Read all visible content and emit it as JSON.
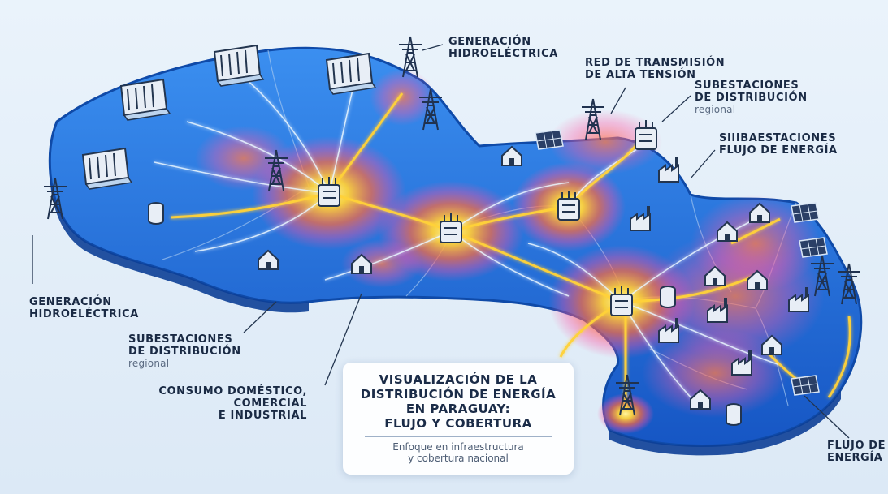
{
  "labels": {
    "gen_top": [
      "GENERACIÓN",
      "HIDROELÉCTRICA"
    ],
    "red_transmision": [
      "RED DE TRANSMISIÓN",
      "DE ALTA TENSIÓN"
    ],
    "subestaciones_top": [
      "SUBESTACIONES",
      "DE DISTRIBUCIÓN"
    ],
    "subestaciones_top_sub": "regional",
    "flujo_top": [
      "SIIIBAESTACIONES",
      "FLUJO DE ENERGÍA"
    ],
    "gen_left": [
      "GENERACIÓN",
      "HIDROELÉCTRICA"
    ],
    "subestaciones_bottom": [
      "SUBESTACIONES",
      "DE DISTRIBUCIÓN"
    ],
    "subestaciones_bottom_sub": "regional",
    "consumo": [
      "CONSUMO DOMÉSTICO,",
      "COMERCIAL",
      "E INDUSTRIAL"
    ],
    "flujo_right": [
      "FLUJO DE",
      "ENERGÍA"
    ]
  },
  "title": {
    "lines": [
      "VISUALIZACIÓN DE LA",
      "DISTRIBUCIÓN DE ENERGÍA",
      "EN PARAGUAY:",
      "FLUJO Y COBERTURA"
    ],
    "subtitle": [
      "Enfoque en infraestructura",
      "y cobertura nacional"
    ]
  },
  "colors": {
    "land": "#1f6fd6",
    "land_edge": "#0f4aa8",
    "heat_core": "#ffe45a",
    "heat_mid": "#ff6a3d",
    "heat_outer": "#ff4fa0",
    "flow": "#ffd23a",
    "flow_white": "#e9f6ff",
    "label": "#1a2a44"
  },
  "icons": {
    "dam": "dam-icon",
    "tower": "transmission-tower-icon",
    "substation": "substation-icon",
    "solar": "solar-panel-icon",
    "house": "house-icon",
    "factory": "factory-icon",
    "tank": "storage-tank-icon"
  }
}
